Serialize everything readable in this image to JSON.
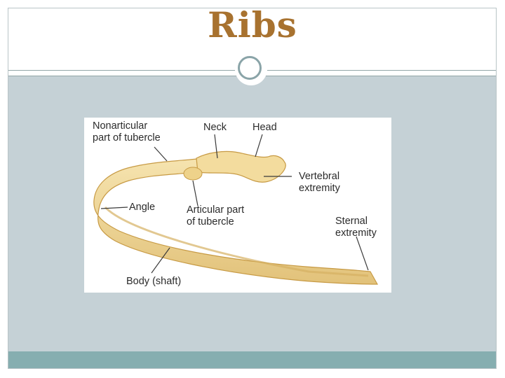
{
  "slide": {
    "title": "Ribs"
  },
  "figure": {
    "labels": {
      "nonarticular_line1": "Nonarticular",
      "nonarticular_line2": "part of tubercle",
      "neck": "Neck",
      "head": "Head",
      "vertebral_line1": "Vertebral",
      "vertebral_line2": "extremity",
      "angle": "Angle",
      "articular_line1": "Articular part",
      "articular_line2": "of tubercle",
      "sternal_line1": "Sternal",
      "sternal_line2": "extremity",
      "body": "Body (shaft)"
    }
  },
  "colors": {
    "title": "#a8722f",
    "content_background": "#c5d1d6",
    "footer_bar": "#86aeb0",
    "bone_fill": "#f2dca0",
    "bone_shadow": "#d9b86a"
  }
}
